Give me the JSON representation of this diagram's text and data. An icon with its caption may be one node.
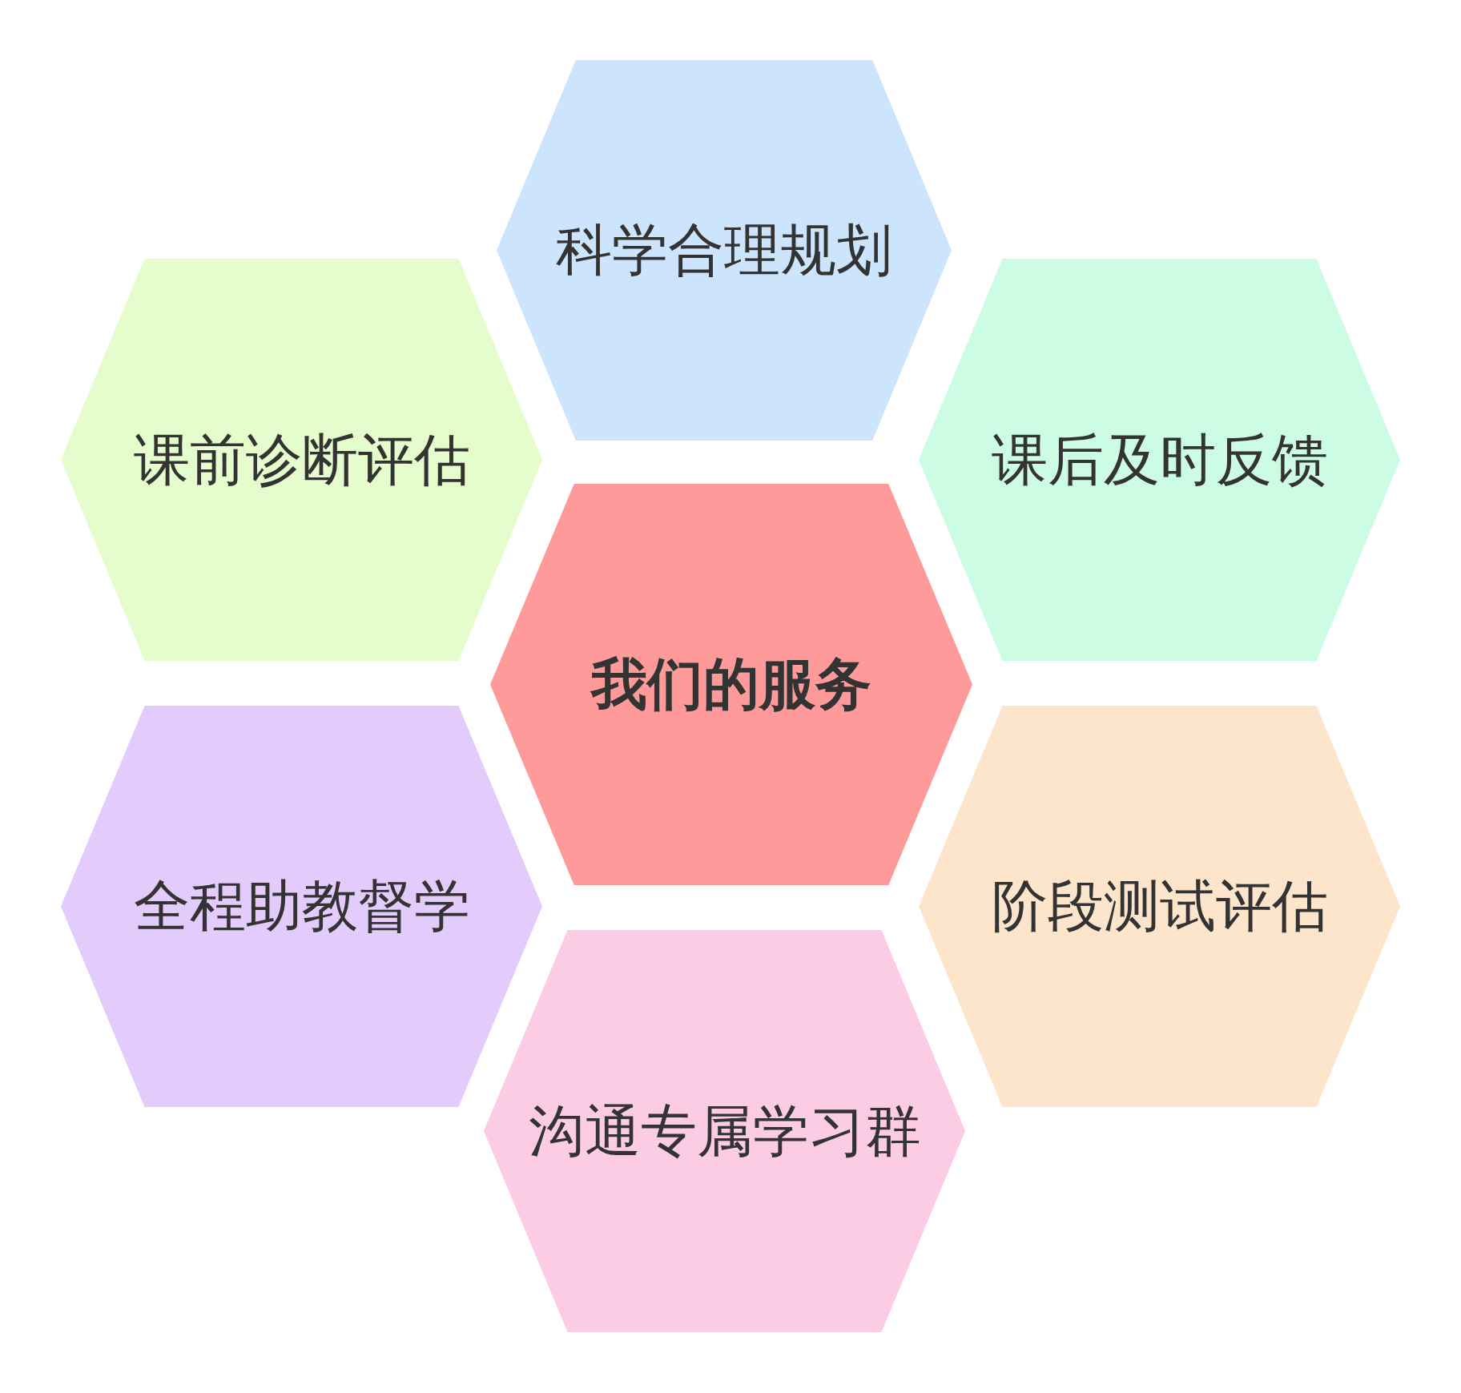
{
  "diagram": {
    "nodes": [
      {
        "text": [
          "科学合理规划"
        ]
      },
      {
        "text": [
          "课前诊断评估"
        ]
      },
      {
        "text": [
          "课后及时反馈"
        ]
      },
      {
        "text": [
          "我们的服务"
        ]
      },
      {
        "text": [
          "全程助教督学"
        ]
      },
      {
        "text": [
          "阶段测试评估"
        ]
      },
      {
        "text": [
          "沟通专属学习群"
        ]
      }
    ]
  }
}
